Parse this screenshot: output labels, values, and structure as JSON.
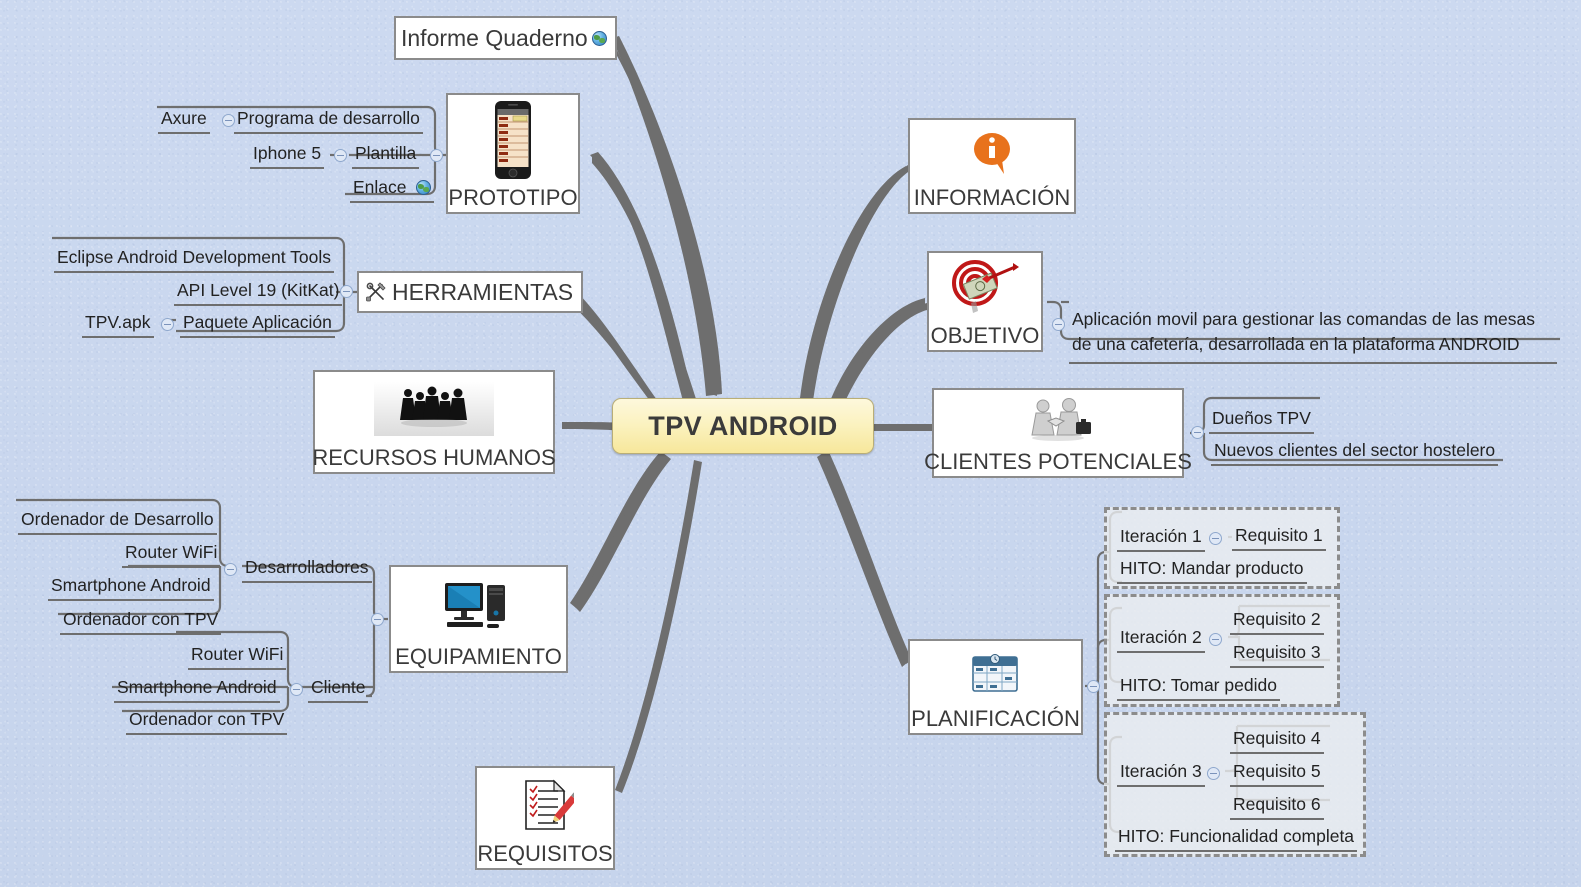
{
  "map": {
    "title": "TPV ANDROID",
    "background_color": "#c9d7ef",
    "central_fill": "#fbf2bf",
    "connector_color": "#6e6e6e"
  },
  "central": {
    "label": "TPV ANDROID"
  },
  "branches": {
    "informe": {
      "label": "Informe Quaderno",
      "icon": "globe-icon"
    },
    "prototipo": {
      "label": "PROTOTIPO",
      "icon": "iphone-mockup-icon",
      "children": [
        {
          "label": "Programa de desarrollo",
          "detail": "Axure"
        },
        {
          "label": "Plantilla",
          "detail": "Iphone 5"
        },
        {
          "label": "Enlace",
          "icon": "globe-icon"
        }
      ]
    },
    "herramientas": {
      "label": "HERRAMIENTAS",
      "icon": "tools-hammer-wrench-icon",
      "children": [
        {
          "label": "Eclipse Android Development Tools"
        },
        {
          "label": "API Level 19 (KitKat)"
        },
        {
          "label": "Paquete Aplicación",
          "detail": "TPV.apk"
        }
      ]
    },
    "recursos_humanos": {
      "label": "RECURSOS HUMANOS",
      "icon": "people-group-silhouette-icon"
    },
    "equipamiento": {
      "label": "EQUIPAMIENTO",
      "icon": "desktop-computer-icon",
      "groups": [
        {
          "label": "Desarrolladores",
          "items": [
            "Ordenador de Desarrollo",
            "Router WiFi",
            "Smartphone Android",
            "Ordenador con TPV"
          ]
        },
        {
          "label": "Cliente",
          "items": [
            "Router WiFi",
            "Smartphone Android",
            "Ordenador con TPV"
          ]
        }
      ]
    },
    "requisitos": {
      "label": "REQUISITOS",
      "icon": "checklist-pencil-icon"
    },
    "informacion": {
      "label": "INFORMACIÓN",
      "icon": "info-speech-bubble-icon"
    },
    "objetivo": {
      "label": "OBJETIVO",
      "icon": "target-dart-money-icon",
      "description": "Aplicación movil para gestionar las comandas de las mesas de una cafetería, desarrollada en la plataforma ANDROID"
    },
    "clientes_potenciales": {
      "label": "CLIENTES POTENCIALES",
      "icon": "handshake-briefcase-icon",
      "children": [
        "Dueños TPV",
        "Nuevos clientes del sector hostelero"
      ]
    },
    "planificacion": {
      "label": "PLANIFICACIÓN",
      "icon": "calendar-clock-icon",
      "iterations": [
        {
          "label": "Iteración 1",
          "requisitos": [
            "Requisito 1"
          ],
          "hito": "HITO: Mandar producto"
        },
        {
          "label": "Iteración 2",
          "requisitos": [
            "Requisito 2",
            "Requisito 3"
          ],
          "hito": "HITO: Tomar pedido"
        },
        {
          "label": "Iteración 3",
          "requisitos": [
            "Requisito 4",
            "Requisito 5",
            "Requisito 6"
          ],
          "hito": "HITO: Funcionalidad completa"
        }
      ]
    }
  }
}
